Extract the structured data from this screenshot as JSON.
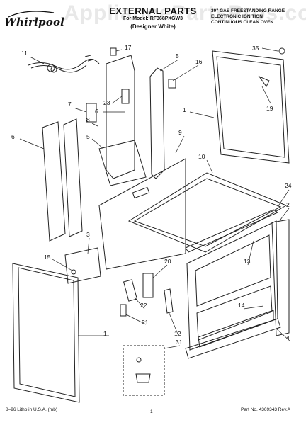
{
  "header": {
    "brand": "Whirlpool",
    "title": "EXTERNAL PARTS",
    "model_line": "For Model: RF368PXGW3",
    "variant": "(Designer White)",
    "description_lines": [
      "30\" GAS FREESTANDING RANGE",
      "ELECTRONIC IGNITION",
      "CONTINUOUS CLEAN OVEN"
    ]
  },
  "watermark": "AppliancePartsPros.com",
  "callouts": [
    "11",
    "17",
    "5",
    "16",
    "35",
    "7",
    "23",
    "6",
    "1",
    "19",
    "8",
    "5",
    "9",
    "6",
    "10",
    "24",
    "2",
    "3",
    "13",
    "15",
    "20",
    "14",
    "22",
    "21",
    "12",
    "1",
    "31",
    "4"
  ],
  "footer": {
    "left": "8–96 Litho in U.S.A. (mb)",
    "page": "1",
    "part_no": "Part No. 4369343 Rev.A"
  }
}
